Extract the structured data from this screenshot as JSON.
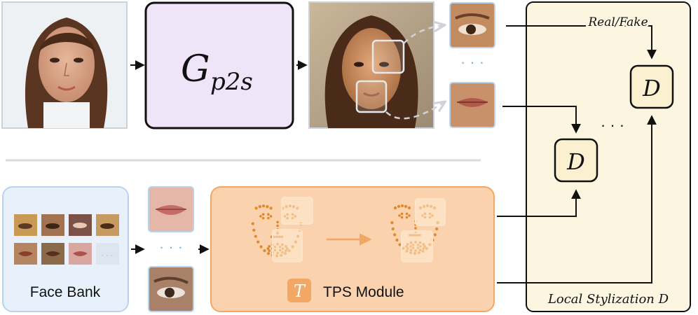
{
  "generator": {
    "symbol": "G",
    "subscript": "p2s"
  },
  "discriminator": {
    "symbol": "D"
  },
  "labels": {
    "real_fake": "Real/Fake",
    "local_stylization": "Local Stylization D",
    "face_bank": "Face Bank",
    "tps_module": "TPS Module",
    "tps_symbol": "T"
  },
  "ellipsis_dots": "· · ·",
  "colors": {
    "generator_fill": "#efe4f8",
    "face_bank_fill": "#e8f1fb",
    "face_bank_border": "#b9d3ee",
    "tps_fill": "#fad2ad",
    "tps_border": "#f2a764",
    "landmark_dots": "#e0892b",
    "local_panel_fill": "#fcf6e0",
    "disc_fill": "#fbf0cf",
    "crop_border": "#b9d3ee",
    "dashed_arrow": "#cfd3d8",
    "dots_blue": "#7fb7e6"
  },
  "icons": {
    "photo": "face-photo-icon",
    "painting": "stylized-face-painting-icon",
    "eye": "eye-crop-icon",
    "mouth": "mouth-crop-icon"
  }
}
